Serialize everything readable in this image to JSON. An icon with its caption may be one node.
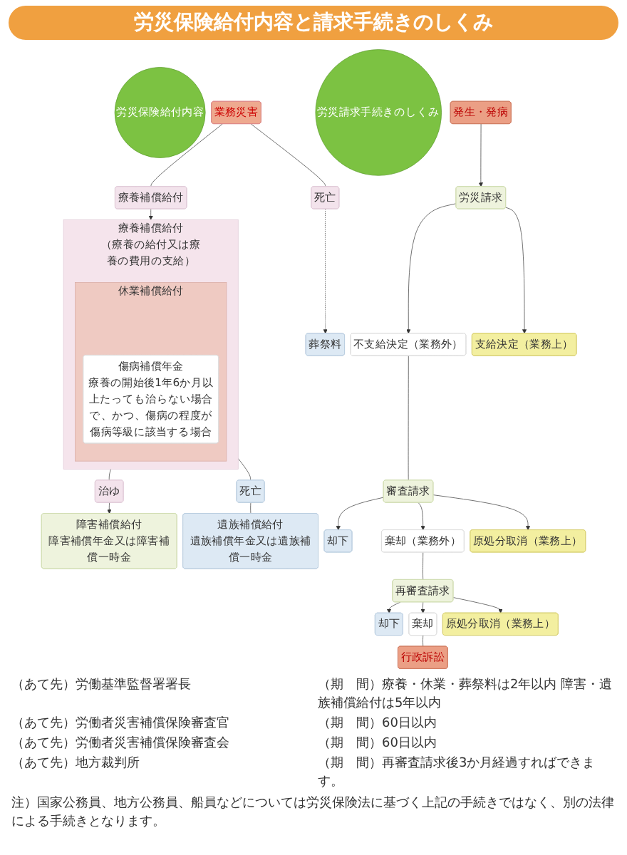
{
  "diagram": {
    "title": "労災保険給付内容と請求手続きのしくみ",
    "nodes": [
      {
        "text": [
          "労災保険給付内容"
        ]
      },
      {
        "text": [
          "業務災害"
        ]
      },
      {
        "text": [
          "療養補償給付"
        ]
      },
      {
        "text": [
          "療養補償給付",
          "（療養の給付又は療養の費用の支給）"
        ]
      },
      {
        "text": [
          "休業補償給付"
        ],
        "in": 3
      },
      {
        "text": [
          "傷病補償年金",
          "療養の開始後1年6か月以上たっても治らない場合で、かつ、傷病の程度が傷病等級に該当する場合"
        ],
        "in": 4
      },
      {
        "text": [
          "死亡"
        ]
      },
      {
        "text": [
          "治ゆ"
        ]
      },
      {
        "text": [
          "死亡"
        ]
      },
      {
        "text": [
          "障害補償給付",
          "障害補償年金又は障害補償一時金"
        ]
      },
      {
        "text": [
          "遺族補償給付",
          "遺族補償年金又は遺族補償一時金"
        ]
      },
      {
        "text": [
          "葬祭料"
        ]
      },
      {
        "text": [
          "労災請求手続きのしくみ"
        ]
      },
      {
        "text": [
          "発生・発病"
        ]
      },
      {
        "text": [
          "労災請求"
        ]
      },
      {
        "text": [
          "不支給決定（業務外）"
        ]
      },
      {
        "text": [
          "支給決定（業務上）"
        ]
      },
      {
        "text": [
          "審査請求"
        ]
      },
      {
        "text": [
          "却下"
        ]
      },
      {
        "text": [
          "棄却（業務外）"
        ]
      },
      {
        "text": [
          "原処分取消（業務上）"
        ]
      },
      {
        "text": [
          "再審査請求"
        ]
      },
      {
        "text": [
          "却下"
        ]
      },
      {
        "text": [
          "棄却"
        ]
      },
      {
        "text": [
          "原処分取消（業務上）"
        ]
      },
      {
        "text": [
          "行政訴訟"
        ]
      }
    ],
    "edges": [
      {
        "from": 1,
        "to": 2,
        "arrow": "none"
      },
      {
        "from": 1,
        "to": 6,
        "arrow": "none"
      },
      {
        "from": 2,
        "to": 3,
        "arrow": "to"
      },
      {
        "from": 3,
        "to": 7,
        "arrow": "none"
      },
      {
        "from": 3,
        "to": 8,
        "arrow": "none"
      },
      {
        "from": 7,
        "to": 9,
        "arrow": "to"
      },
      {
        "from": 8,
        "to": 10,
        "arrow": "none"
      },
      {
        "from": 6,
        "to": 11,
        "arrow": "to",
        "style": "dashed"
      },
      {
        "from": 13,
        "to": 14,
        "arrow": "to"
      },
      {
        "from": 14,
        "to": 15,
        "arrow": "to"
      },
      {
        "from": 14,
        "to": 16,
        "arrow": "to"
      },
      {
        "from": 15,
        "to": 17,
        "arrow": "none"
      },
      {
        "from": 17,
        "to": 18,
        "arrow": "to"
      },
      {
        "from": 17,
        "to": 19,
        "arrow": "to"
      },
      {
        "from": 17,
        "to": 20,
        "arrow": "to"
      },
      {
        "from": 19,
        "to": 21,
        "arrow": "none"
      },
      {
        "from": 21,
        "to": 22,
        "arrow": "to"
      },
      {
        "from": 21,
        "to": 23,
        "arrow": "to"
      },
      {
        "from": 21,
        "to": 24,
        "arrow": "to"
      },
      {
        "from": 23,
        "to": 25,
        "arrow": "none"
      }
    ],
    "labels": [
      "（あて先）労働基準監督署署長",
      "（期　間）療養・休業・葬祭料は2年以内 障害・遺族補償給付は5年以内",
      "（あて先）労働者災害補償保険審査官",
      "（期　間）60日以内",
      "（あて先）労働者災害補償保険審査会",
      "（期　間）60日以内",
      "（あて先）地方裁判所",
      "（期　間）再審査請求後3か月経過すればできます。"
    ],
    "caption": "注）国家公務員、地方公務員、船員などについては労災保険法に基づく上記の手続きではなく、別の法律による手続きとなります。"
  }
}
